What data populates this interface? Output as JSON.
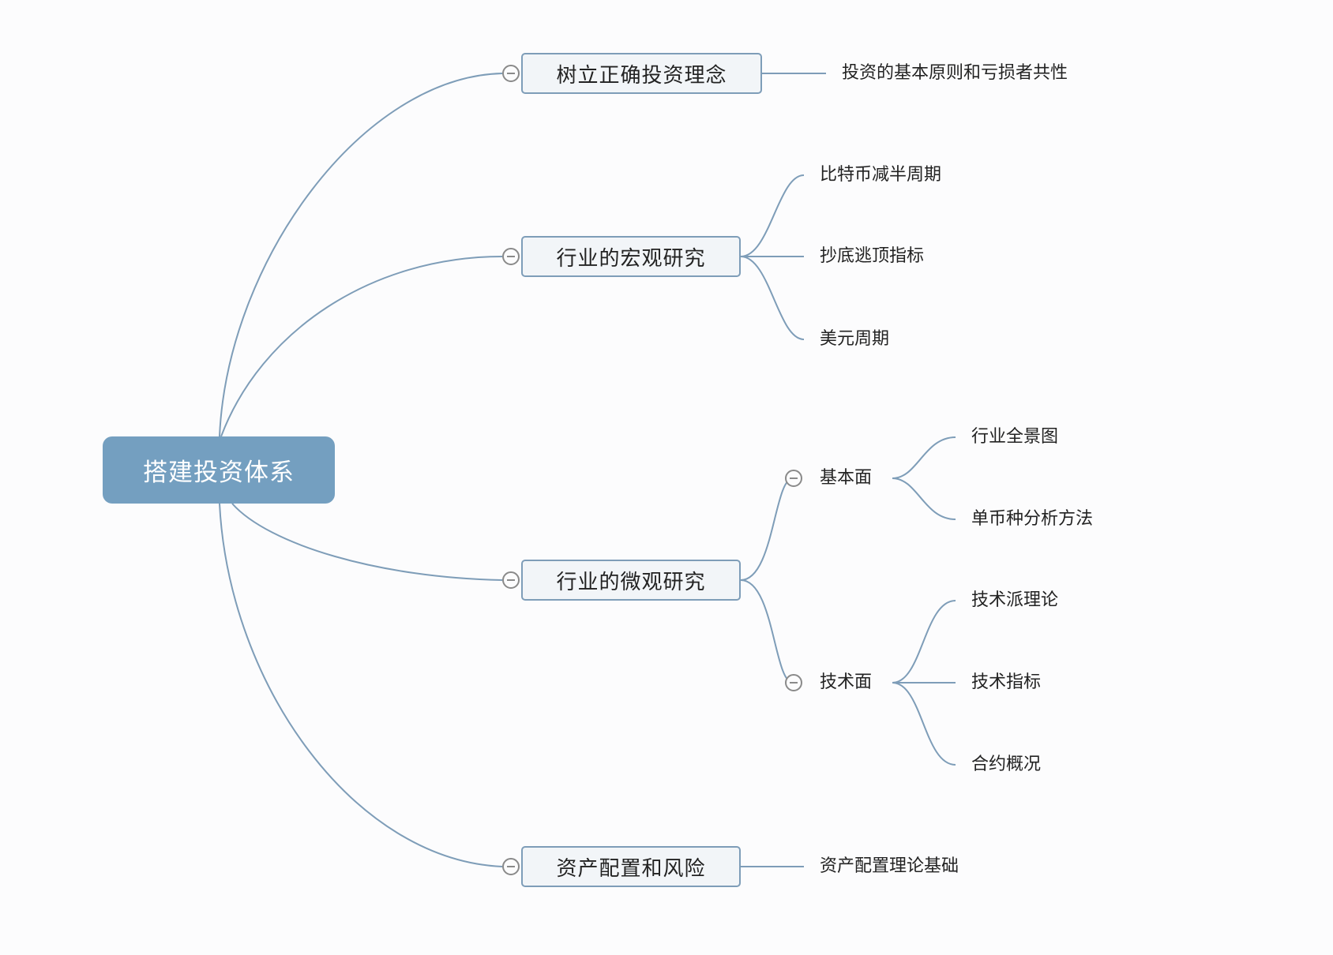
{
  "root": {
    "label": "搭建投资体系"
  },
  "branches": [
    {
      "label": "树立正确投资理念",
      "children": [
        {
          "label": "投资的基本原则和亏损者共性"
        }
      ]
    },
    {
      "label": "行业的宏观研究",
      "children": [
        {
          "label": "比特币减半周期"
        },
        {
          "label": "抄底逃顶指标"
        },
        {
          "label": "美元周期"
        }
      ]
    },
    {
      "label": "行业的微观研究",
      "children": [
        {
          "label": "基本面",
          "children": [
            {
              "label": "行业全景图"
            },
            {
              "label": "单币种分析方法"
            }
          ]
        },
        {
          "label": "技术面",
          "children": [
            {
              "label": "技术派理论"
            },
            {
              "label": "技术指标"
            },
            {
              "label": "合约概况"
            }
          ]
        }
      ]
    },
    {
      "label": "资产配置和风险",
      "children": [
        {
          "label": "资产配置理论基础"
        }
      ]
    }
  ],
  "colors": {
    "root_fill": "#749fc0",
    "branch_fill": "#f2f5f8",
    "branch_border": "#7e9db8",
    "connector": "#7e9db8",
    "collapse_button": "#8a8a8a"
  },
  "icons": {
    "collapse": "minus-circle-icon"
  }
}
